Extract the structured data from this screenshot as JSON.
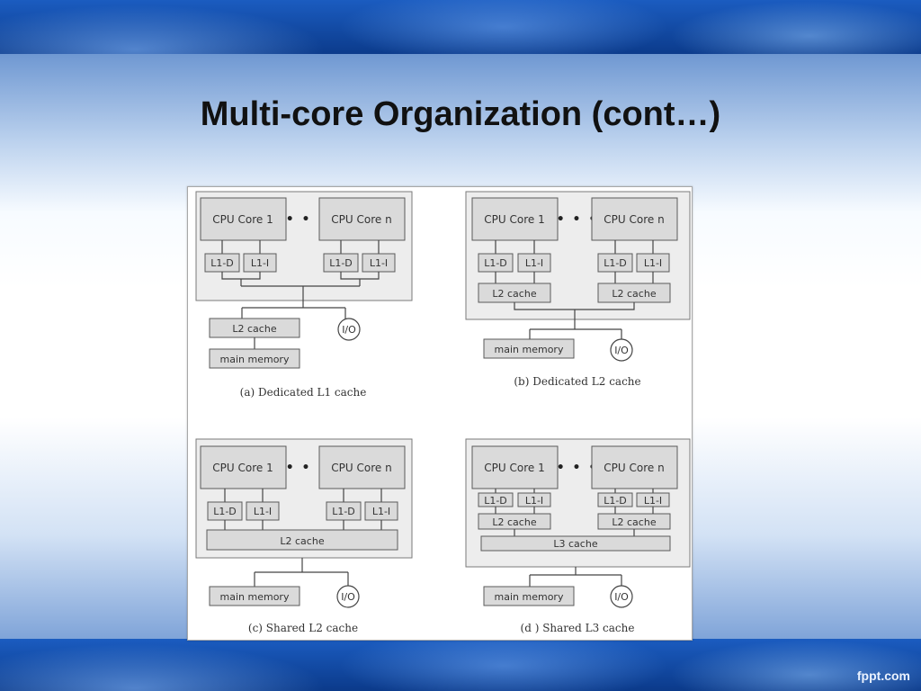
{
  "slide": {
    "title": "Multi-core Organization (cont…)",
    "footer": "fppt.com"
  },
  "diagram": {
    "core_first": "CPU Core 1",
    "core_last": "CPU Core n",
    "ellipsis": "• • •",
    "l1d": "L1-D",
    "l1i": "L1-I",
    "l2": "L2 cache",
    "l3": "L3 cache",
    "memory": "main memory",
    "io": "I/O",
    "captions": {
      "a": "(a) Dedicated L1 cache",
      "b": "(b) Dedicated L2 cache",
      "c": "(c) Shared L2 cache",
      "d": "(d ) Shared L3 cache"
    }
  }
}
